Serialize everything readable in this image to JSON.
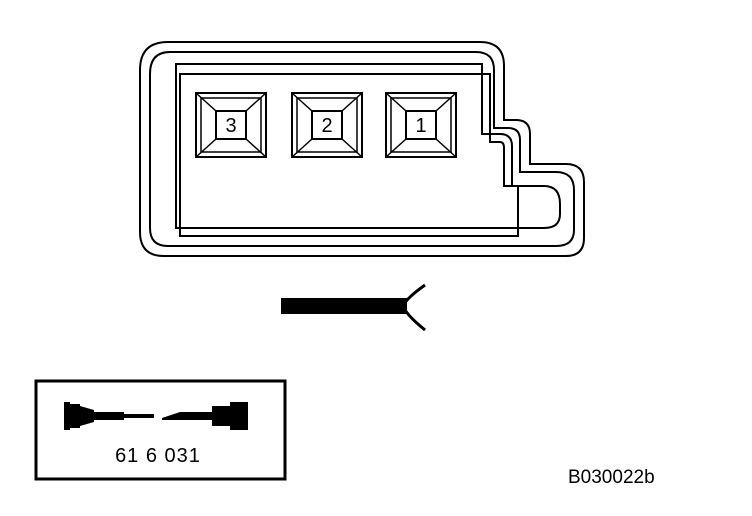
{
  "connector": {
    "pins": [
      {
        "label": "3"
      },
      {
        "label": "2"
      },
      {
        "label": "1"
      }
    ]
  },
  "tool_box": {
    "part_number": "61 6 031",
    "icon": "adapter-cable-icon"
  },
  "view_arrow": {
    "icon": "wire-view-arrow-icon"
  },
  "figure_code": "B030022b",
  "colors": {
    "ink": "#000000",
    "paper": "#ffffff"
  }
}
